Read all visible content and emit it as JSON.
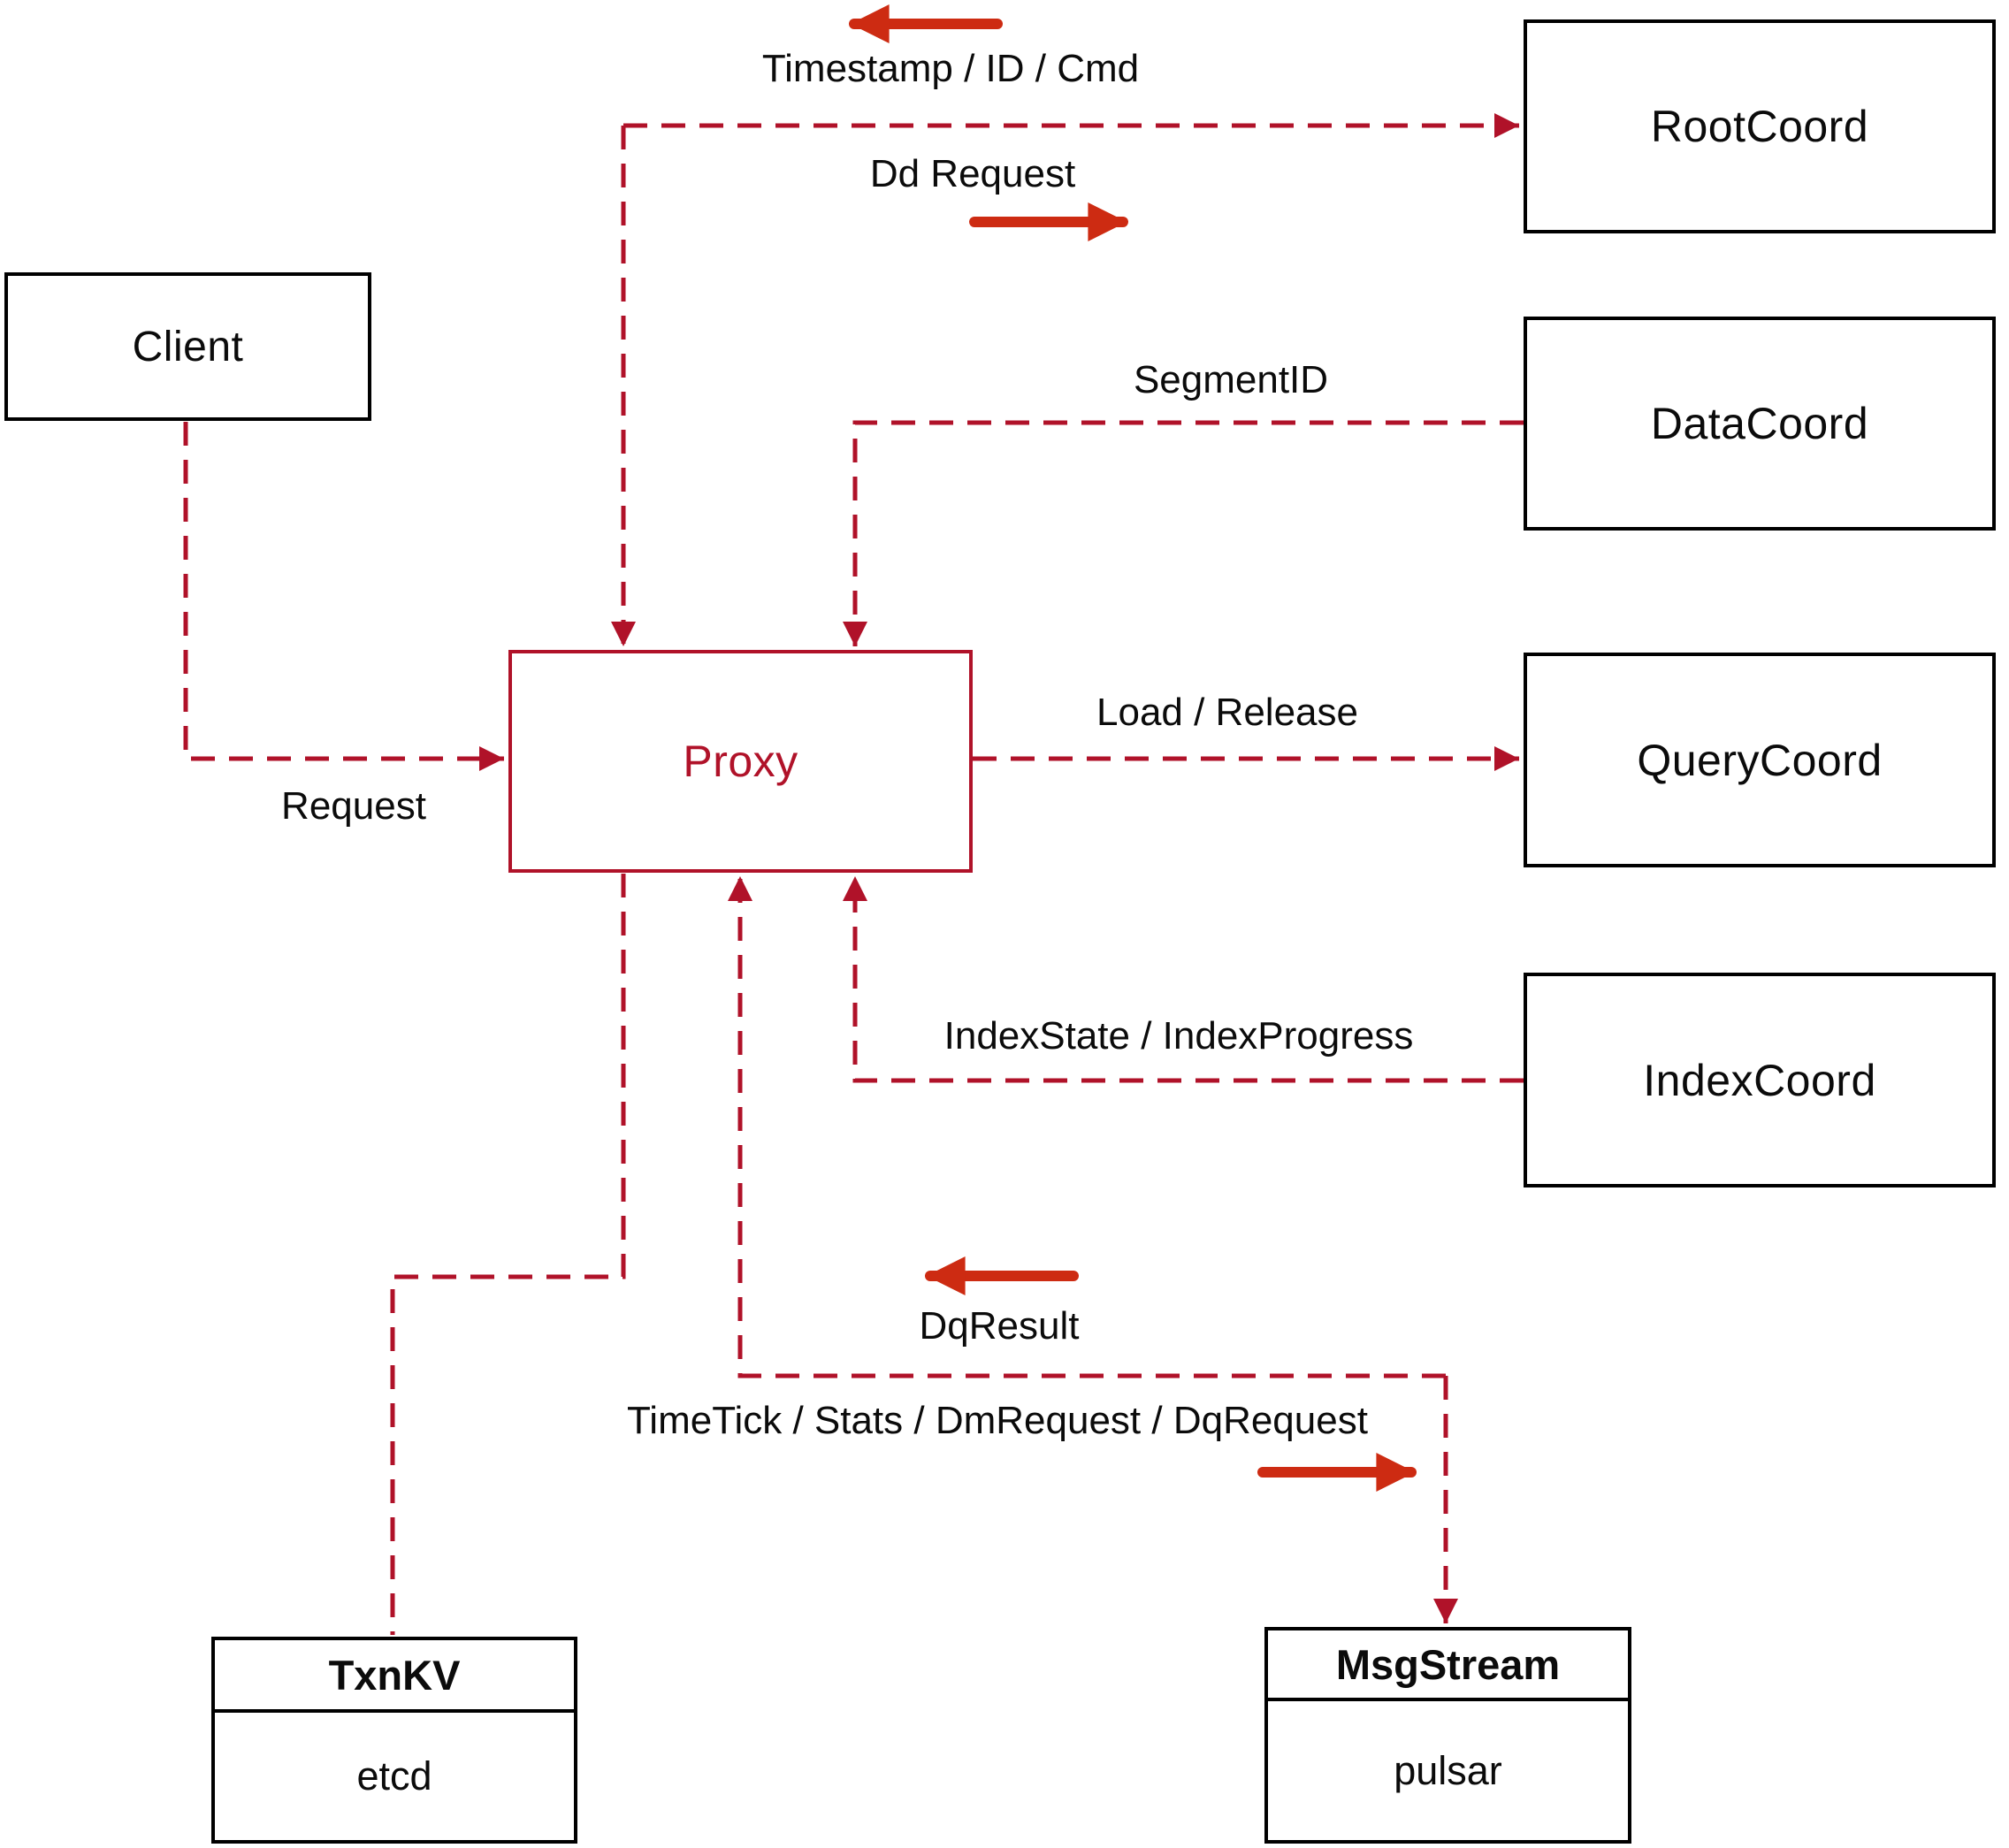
{
  "nodes": {
    "client": {
      "label": "Client"
    },
    "proxy": {
      "label": "Proxy"
    },
    "rootcoord": {
      "label": "RootCoord"
    },
    "datacoord": {
      "label": "DataCoord"
    },
    "querycoord": {
      "label": "QueryCoord"
    },
    "indexcoord": {
      "label": "IndexCoord"
    },
    "txnkv": {
      "title": "TxnKV",
      "impl": "etcd"
    },
    "msgstream": {
      "title": "MsgStream",
      "impl": "pulsar"
    }
  },
  "edge_labels": {
    "timestamp_id_cmd": "Timestamp / ID / Cmd",
    "dd_request": "Dd Request",
    "segment_id": "SegmentID",
    "load_release": "Load / Release",
    "request": "Request",
    "index_state": "IndexState / IndexProgress",
    "dq_result": "DqResult",
    "timetick": "TimeTick / Stats / DmRequest / DqRequest"
  },
  "colors": {
    "connector": "#b01229",
    "indicator_arrow": "#cd2b12",
    "node_border": "#000000",
    "text": "#0b0b0b",
    "proxy_accent": "#b01229",
    "background": "#ffffff"
  }
}
